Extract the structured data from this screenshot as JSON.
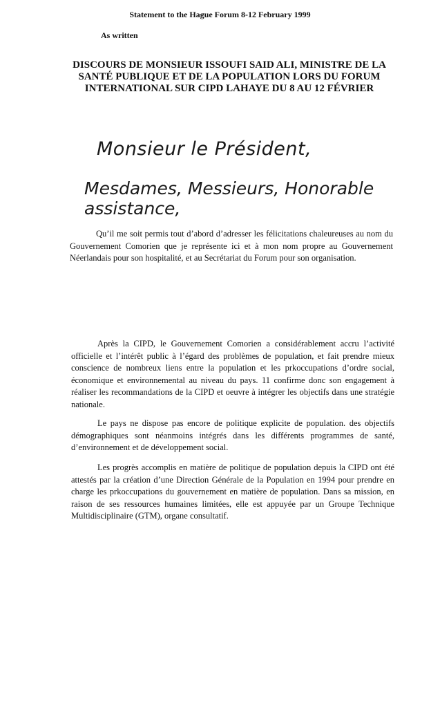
{
  "header": {
    "statement": "Statement to the Hague Forum 8-12 February 1999",
    "as_written": "As written"
  },
  "title": "DISCOURS DE MONSIEUR ISSOUFI SAID ALI, MINISTRE DE LA SANTÉ PUBLIQUE ET DE LA POPULATION LORS DU FORUM INTERNATIONAL SUR CIPD LAHAYE DU 8 AU 12 FÉVRIER",
  "salutation": {
    "line1": "Monsieur le Président,",
    "line2": "Mesdames, Messieurs, Honorable assistance,"
  },
  "paragraphs": [
    "Qu’il me soit permis tout d’abord d’adresser les félicitations chaleureuses au nom du Gouvernement Comorien que je représente ici et à mon nom propre au Gouvernement Néerlandais pour son hospitalité, et au Secrétariat du Forum pour son organisation.",
    "Après la CIPD, le Gouvernement Comorien a considérablement accru l’activité officielle et l’intérêt public à l’égard des problèmes de population, et fait prendre mieux conscience de nombreux liens entre la population et les prkoccupations d’ordre social, économique et environnemental au niveau du pays. 11 confirme donc son engagement à réaliser les recommandations de la CIPD et oeuvre à intégrer les objectifs dans une stratégie nationale.",
    "Le pays ne dispose pas encore de politique explicite de population. des objectifs démographiques sont néanmoins intégrés dans les différents programmes de santé, d’environnement et de développement social.",
    "Les progrès accomplis en matière de politique de population depuis la CIPD ont été attestés par la création d’une Direction Générale de la Population en 1994 pour prendre en charge les prkoccupations du gouvernement en matière de population. Dans sa mission, en raison de ses ressources humaines limitées, elle est appuyée par un Groupe Technique Multidisciplinaire (GTM), organe consultatif."
  ]
}
